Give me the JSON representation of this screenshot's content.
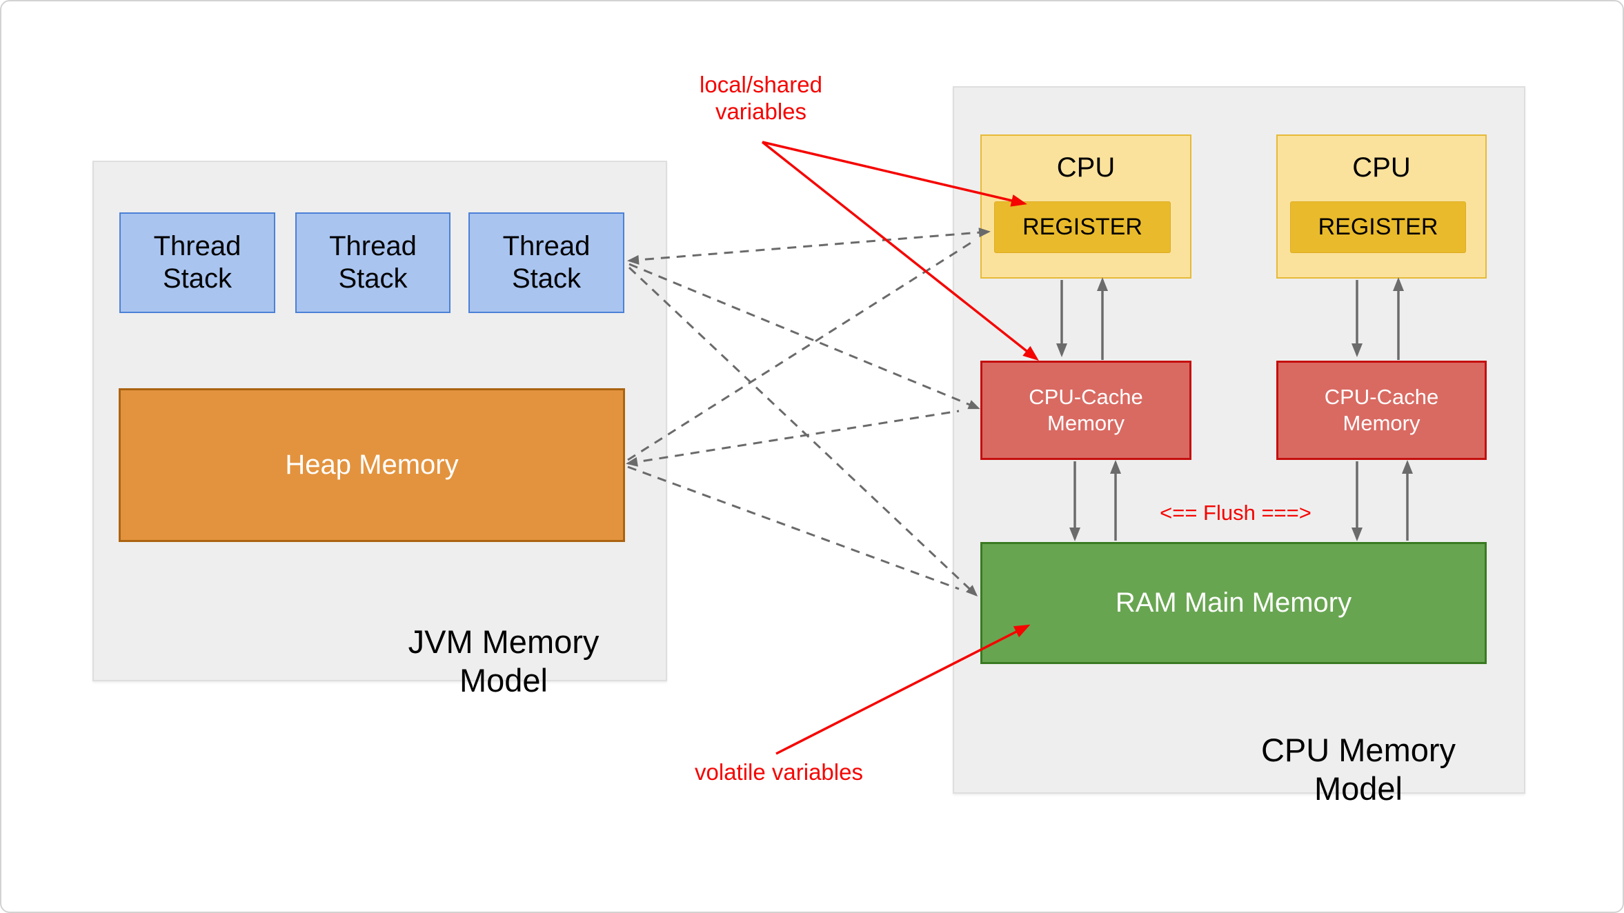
{
  "jvm": {
    "title": "JVM Memory Model",
    "threads": [
      {
        "label": "Thread\nStack"
      },
      {
        "label": "Thread\nStack"
      },
      {
        "label": "Thread\nStack"
      }
    ],
    "heap_label": "Heap Memory"
  },
  "cpu": {
    "title": "CPU Memory Model",
    "cpu_boxes": [
      {
        "label": "CPU",
        "register": "REGISTER"
      },
      {
        "label": "CPU",
        "register": "REGISTER"
      }
    ],
    "caches": [
      {
        "label": "CPU-Cache\nMemory"
      },
      {
        "label": "CPU-Cache\nMemory"
      }
    ],
    "ram_label": "RAM Main Memory"
  },
  "annotations": {
    "local_shared": "local/shared\nvariables",
    "volatile_vars": "volatile variables",
    "flush": "<== Flush ===>"
  },
  "colors": {
    "panel_bg": "#eeeeee",
    "thread_fill": "#a9c4ef",
    "thread_border": "#4b80d6",
    "heap_fill": "#e3933e",
    "heap_border": "#ab6310",
    "cpu_fill": "#fbe29c",
    "cpu_border": "#e6ba38",
    "register_fill": "#e9ba2b",
    "cache_fill": "#d96a62",
    "cache_border": "#c50f0d",
    "ram_fill": "#68a551",
    "ram_border": "#3a7a21",
    "annotation_red": "#f50400",
    "arrow_gray": "#6b6b6b"
  }
}
